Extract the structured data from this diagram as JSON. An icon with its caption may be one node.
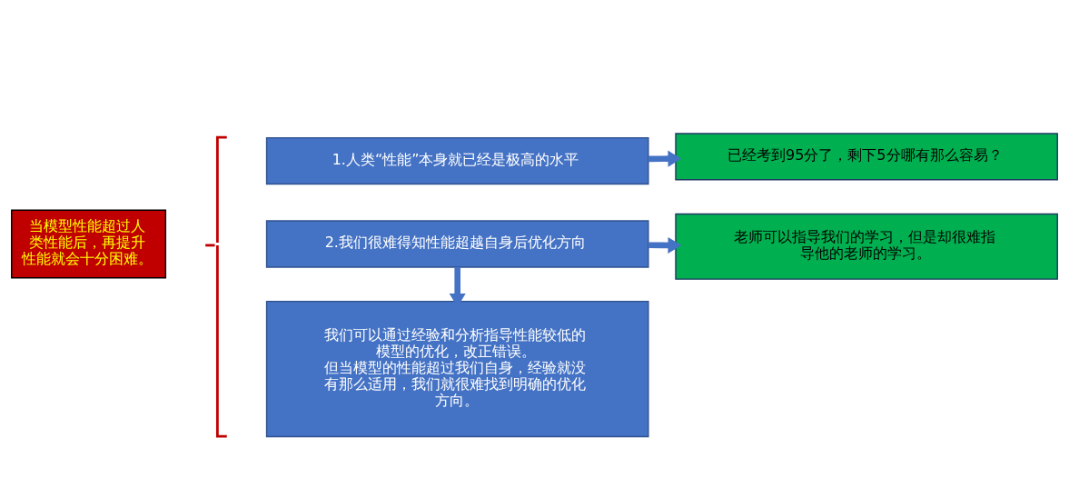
{
  "diagram": {
    "nodes": [
      {
        "text": [
          "当模型性能超过人类性能后，再提升性能就会十分困难。"
        ]
      },
      {
        "text": [
          "1.人类“性能”本身就已经是极高的水平"
        ]
      },
      {
        "text": [
          "已经考到95分了，剩下5分哪有那么容易？"
        ]
      },
      {
        "text": [
          "2.我们很难得知性能超越自身后优化方向"
        ]
      },
      {
        "text": [
          "老师可以指导我们的学习，但是却很难指导他的老师的学习。"
        ]
      },
      {
        "text": [
          "我们可以通过经验和分析指导性能较低的模型的优化，改正错误。",
          "但当模型的性能超过我们自身，经验就没有那么适用，我们就很难找到明确的优化方向。"
        ]
      }
    ],
    "edges": [
      {
        "from": 1,
        "to": 2,
        "arrow": "to"
      },
      {
        "from": 3,
        "to": 4,
        "arrow": "to"
      },
      {
        "from": 3,
        "to": 5,
        "arrow": "to"
      }
    ]
  }
}
